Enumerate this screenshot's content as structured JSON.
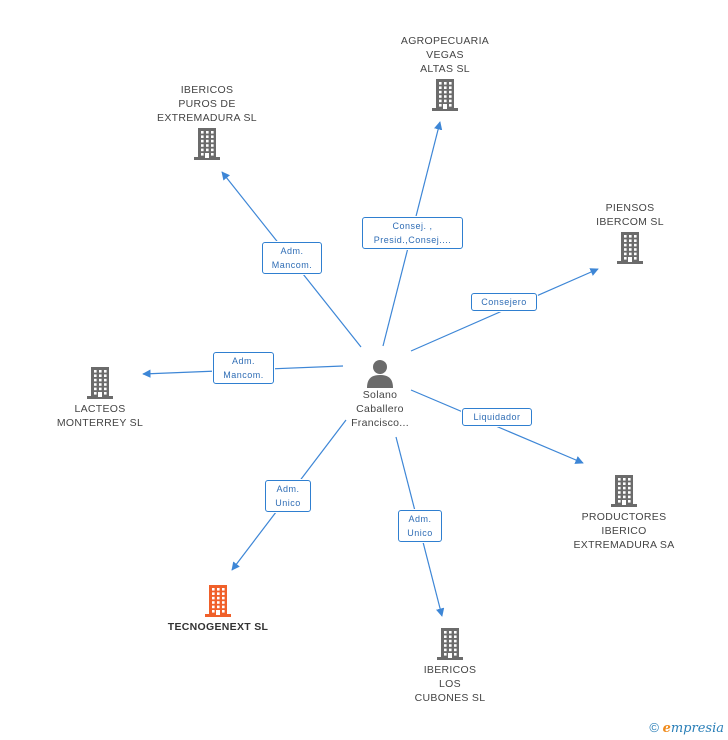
{
  "center": {
    "name": "Solano\nCaballero\nFrancisco..."
  },
  "companies": [
    {
      "id": "iberpuros",
      "name": "IBERICOS\nPUROS DE\nEXTREMADURA SL",
      "role": "Adm.\nMancom.",
      "highlight": false
    },
    {
      "id": "agro",
      "name": "AGROPECUARIA\nVEGAS\nALTAS SL",
      "role": "Consej. ,\nPresid.,Consej....",
      "highlight": false
    },
    {
      "id": "piensos",
      "name": "PIENSOS\nIBERCOM SL",
      "role": "Consejero",
      "highlight": false
    },
    {
      "id": "lacteos",
      "name": "LACTEOS\nMONTERREY SL",
      "role": "Adm.\nMancom.",
      "highlight": false
    },
    {
      "id": "productores",
      "name": "PRODUCTORES\nIBERICO\nEXTREMADURA SA",
      "role": "Liquidador",
      "highlight": false
    },
    {
      "id": "tecno",
      "name": "TECNOGENEXT SL",
      "role": "Adm.\nUnico",
      "highlight": true
    },
    {
      "id": "cubones",
      "name": "IBERICOS\nLOS\nCUBONES SL",
      "role": "Adm.\nUnico",
      "highlight": false
    }
  ],
  "colors": {
    "edge": "#3d86d6",
    "icon": "#6b6b6b",
    "highlight": "#f0602a"
  },
  "copyright": {
    "symbol": "©",
    "brand_e": "e",
    "brand_rest": "mpresia"
  }
}
